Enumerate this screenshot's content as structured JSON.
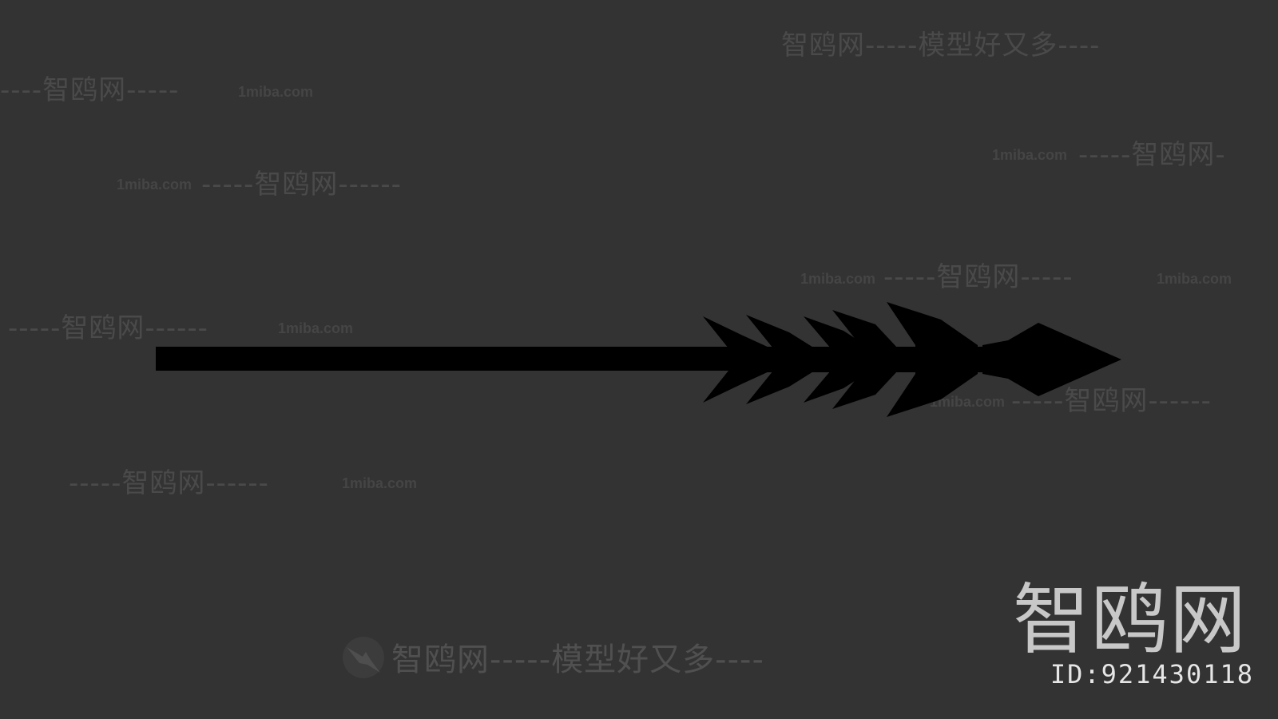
{
  "colors": {
    "background": "#333333",
    "arrow": "#000000",
    "watermark": "#4a4a4a",
    "brand": "#c8c8c8"
  },
  "watermarks": {
    "w1": "智鸥网-----模型好又多----",
    "w2": "----智鸥网-----",
    "w2b": "1miba.com",
    "w3a": "1miba.com",
    "w3b": "-----智鸥网------",
    "w4a": "1miba.com",
    "w4b": "-----智鸥网-",
    "w5a": "1miba.com",
    "w5b": "-----智鸥网-----",
    "w5c": "1miba.com",
    "w6": "-----智鸥网------",
    "w6b": "1miba.com",
    "w7a": "1miba.com",
    "w7b": "-----智鸥网------",
    "w8": "-----智鸥网------",
    "w8b": "1miba.com",
    "w9": "智鸥网-----模型好又多----"
  },
  "logo_icon": "bird-icon",
  "brand": {
    "name": "智鸥网",
    "id": "ID:921430118"
  }
}
